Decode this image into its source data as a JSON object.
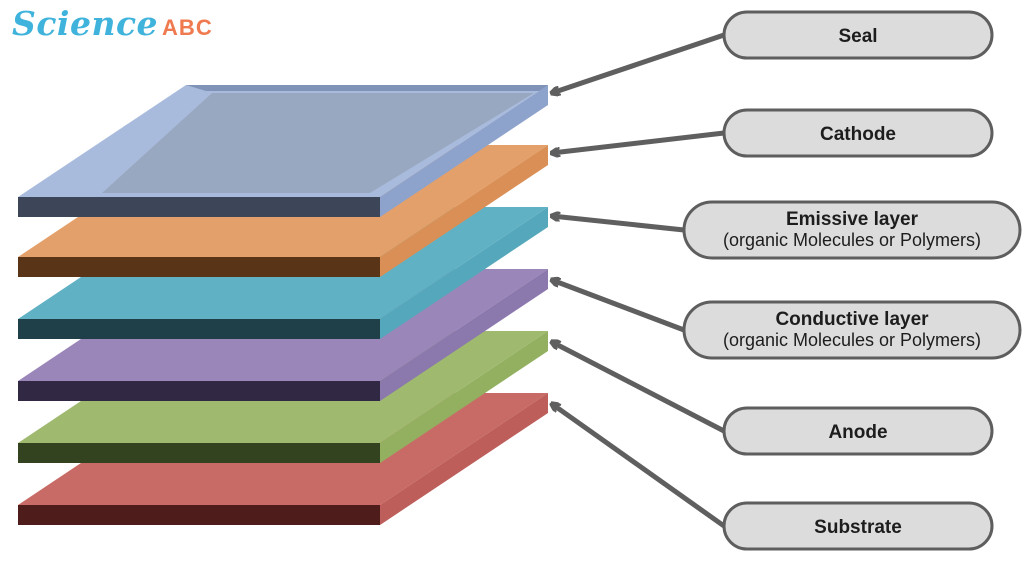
{
  "logo": {
    "science": "Science",
    "abc": "ABC"
  },
  "layers": [
    {
      "id": "seal",
      "title": "Seal",
      "subtitle": "",
      "top": "#a9bbdd",
      "front": "#3d4558",
      "side": "#8ea3cc",
      "inset": "#8d99aa"
    },
    {
      "id": "cathode",
      "title": "Cathode",
      "subtitle": "",
      "top": "#e3a06a",
      "front": "#5a3417",
      "side": "#d98f55"
    },
    {
      "id": "emissive",
      "title": "Emissive layer",
      "subtitle": "(organic Molecules or Polymers)",
      "top": "#5fb1c3",
      "front": "#1f3f49",
      "side": "#55a8bb"
    },
    {
      "id": "conductive",
      "title": "Conductive layer",
      "subtitle": "(organic Molecules or Polymers)",
      "top": "#9a86b8",
      "front": "#312844",
      "side": "#8b78ad"
    },
    {
      "id": "anode",
      "title": "Anode",
      "subtitle": "",
      "top": "#9fba6e",
      "front": "#34431f",
      "side": "#93b060"
    },
    {
      "id": "substrate",
      "title": "Substrate",
      "subtitle": "",
      "top": "#c86b66",
      "front": "#4d1c1b",
      "side": "#bd5e5a"
    }
  ],
  "colors": {
    "label_fill": "#dcdcdc",
    "label_stroke": "#5e5e5e",
    "arrow": "#5f5f5f"
  }
}
